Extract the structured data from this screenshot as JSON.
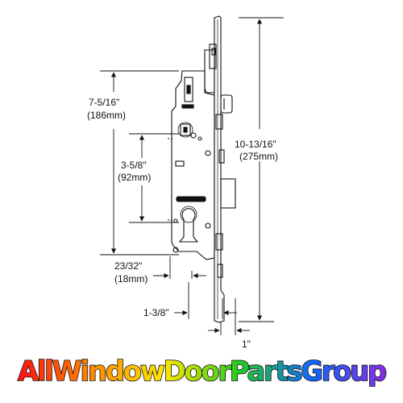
{
  "diagram": {
    "dimensions": {
      "total_height": {
        "imperial": "10-13/16\"",
        "metric": "(275mm)"
      },
      "upper_height": {
        "imperial": "7-5/16\"",
        "metric": "(186mm)"
      },
      "center_distance": {
        "imperial": "3-5/8\"",
        "metric": "(92mm)"
      },
      "faceplate_offset": {
        "imperial": "23/32\"",
        "metric": "(18mm)"
      },
      "backset": {
        "imperial": "1-3/8\""
      },
      "faceplate_width": {
        "imperial": "1\""
      }
    }
  },
  "brand": {
    "text": "AllWindowDoorPartsGroup",
    "gradient_colors": [
      "#ff1111",
      "#ff8800",
      "#ffe600",
      "#22cc22",
      "#1166ff",
      "#8a2be2"
    ],
    "outline_color": "#111111"
  }
}
